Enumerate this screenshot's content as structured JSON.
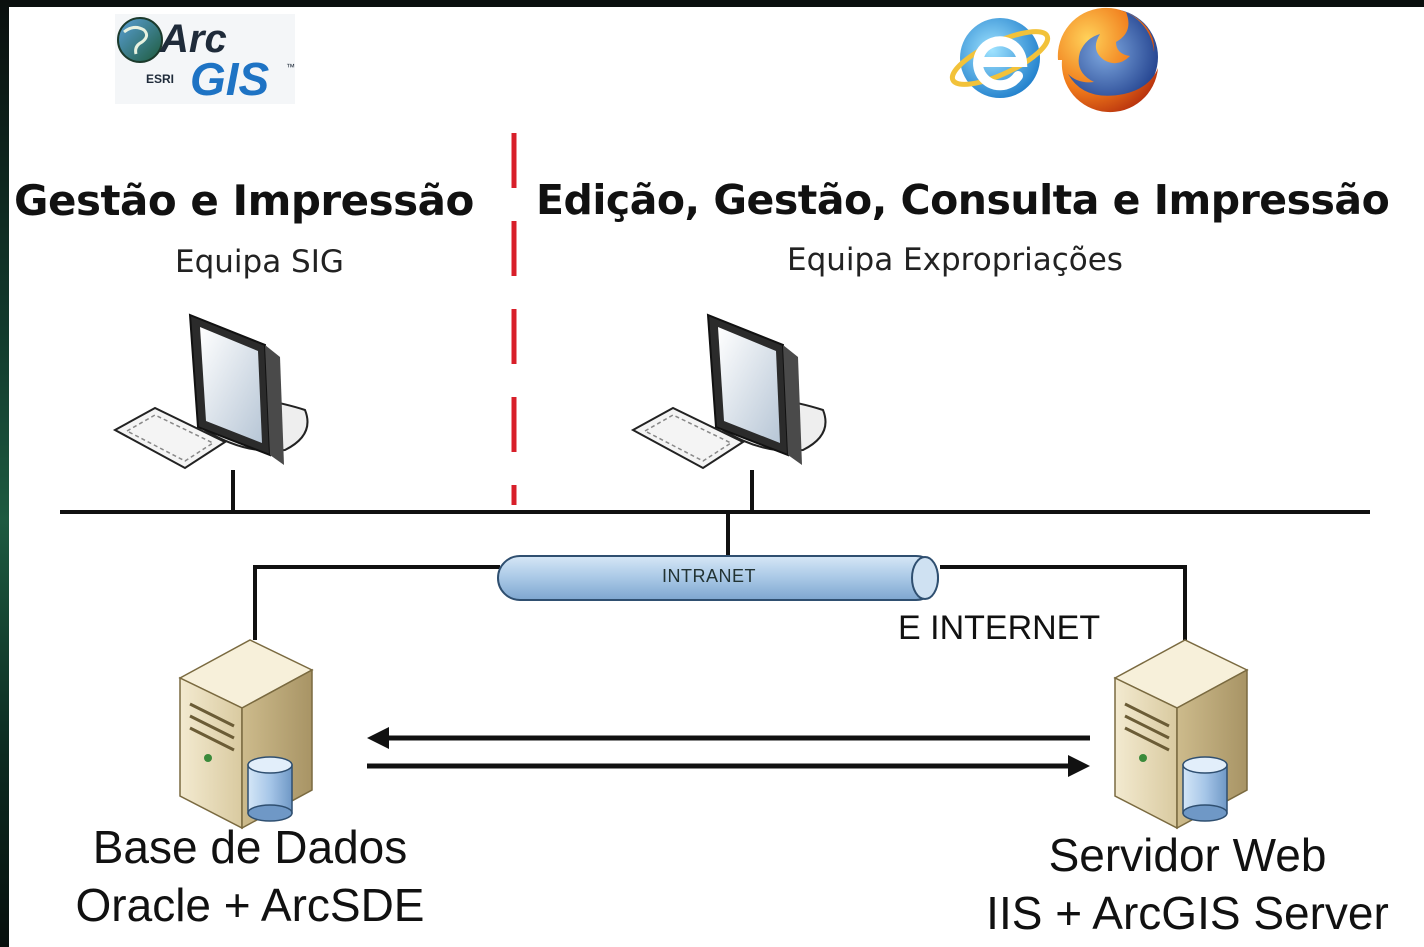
{
  "logo": {
    "arc": "Arc",
    "gis": "GIS",
    "esri": "ESRI",
    "tm": "™"
  },
  "left_zone": {
    "title": "Gestão e Impressão",
    "team": "Equipa SIG"
  },
  "right_zone": {
    "title": "Edição, Gestão, Consulta e Impressão",
    "team": "Equipa Expropriações"
  },
  "network": {
    "pipe_label": "INTRANET",
    "extra_label": "E INTERNET"
  },
  "database_server": {
    "line1": "Base de Dados",
    "line2": "Oracle + ArcSDE"
  },
  "web_server": {
    "line1": "Servidor Web",
    "line2": "IIS + ArcGIS Server"
  },
  "icons": [
    "arcgis-logo",
    "internet-explorer-icon",
    "firefox-icon",
    "workstation-icon",
    "server-icon",
    "database-icon"
  ],
  "colors": {
    "divider": "#d81f2a",
    "gis_blue": "#1e73c4",
    "pipe": "#a9c8e6"
  }
}
